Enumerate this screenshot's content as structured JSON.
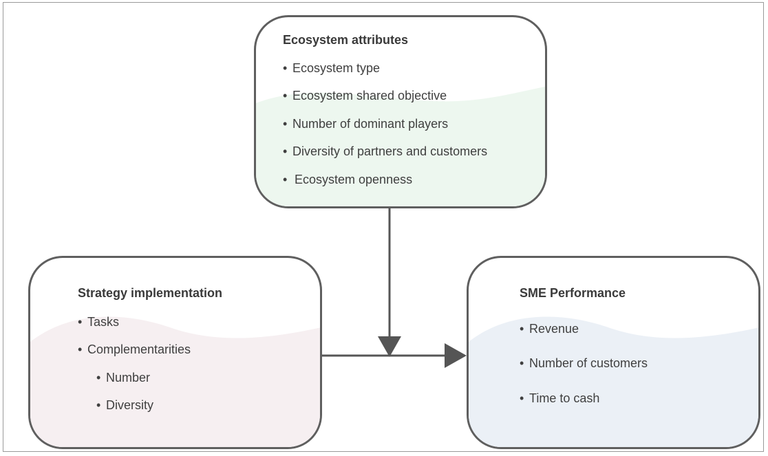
{
  "colors": {
    "border": "#5f5f5f",
    "arrow": "#555555",
    "attributes_fill": "#edf7ef",
    "strategy_fill": "#f6eff1",
    "performance_fill": "#ebf0f6"
  },
  "ecosystem_attributes": {
    "title": "Ecosystem attributes",
    "items": [
      "Ecosystem type",
      "Ecosystem shared objective",
      "Number of dominant players",
      "Diversity of partners and customers",
      "Ecosystem openness"
    ]
  },
  "strategy_implementation": {
    "title": "Strategy implementation",
    "items": [
      "Tasks",
      "Complementarities"
    ],
    "subitems": [
      "Number",
      "Diversity"
    ]
  },
  "sme_performance": {
    "title": "SME Performance",
    "items": [
      "Revenue",
      "Number of customers",
      "Time to cash"
    ]
  },
  "bullet": "•"
}
